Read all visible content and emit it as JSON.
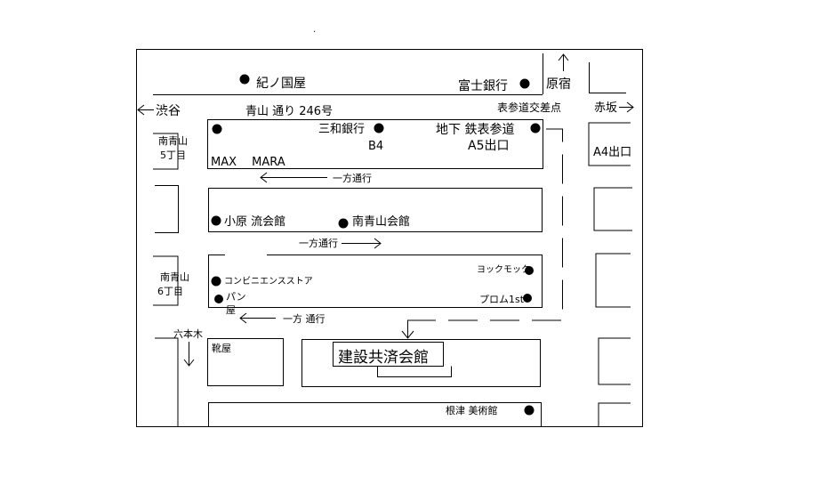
{
  "top_mark": ".",
  "labels": {
    "kinokuniya": "紀ノ国屋",
    "fuji_bank": "富士銀行",
    "harajuku": "原宿",
    "shibuya": "渋谷",
    "aoyama_dori": "青山 通り 246号",
    "omotesando_crossing": "表参道交差点",
    "akasaka": "赤坂",
    "minami_aoyama_5": [
      "南青山",
      "5丁目"
    ],
    "sanwa_bank": "三和銀行",
    "b4": "B4",
    "subway": "地下 鉄表参道",
    "a5_exit": "A5出口",
    "a4_exit": "A4出口",
    "max_mara": "MAX　 MARA",
    "oneway_1": "一方通行",
    "ohara": "小原 流会館",
    "minami_aoyama_hall": "南青山会館",
    "oneway_2": "一方通行",
    "minami_aoyama_6": [
      "南青山",
      "6丁目"
    ],
    "convenience_store": "コンビニエンスストア",
    "bakery": [
      "パン",
      "屋"
    ],
    "yokumoku": "ヨックモック",
    "prom": "プロム1st",
    "oneway_3": "一方 通行",
    "roppongi": "六本木",
    "shoe_shop": "靴屋",
    "kensetsu_kyosai": "建設共済会館",
    "nezu_museum": "根津 美術館"
  },
  "colors": {
    "ink": "#000000",
    "paper": "#ffffff"
  }
}
